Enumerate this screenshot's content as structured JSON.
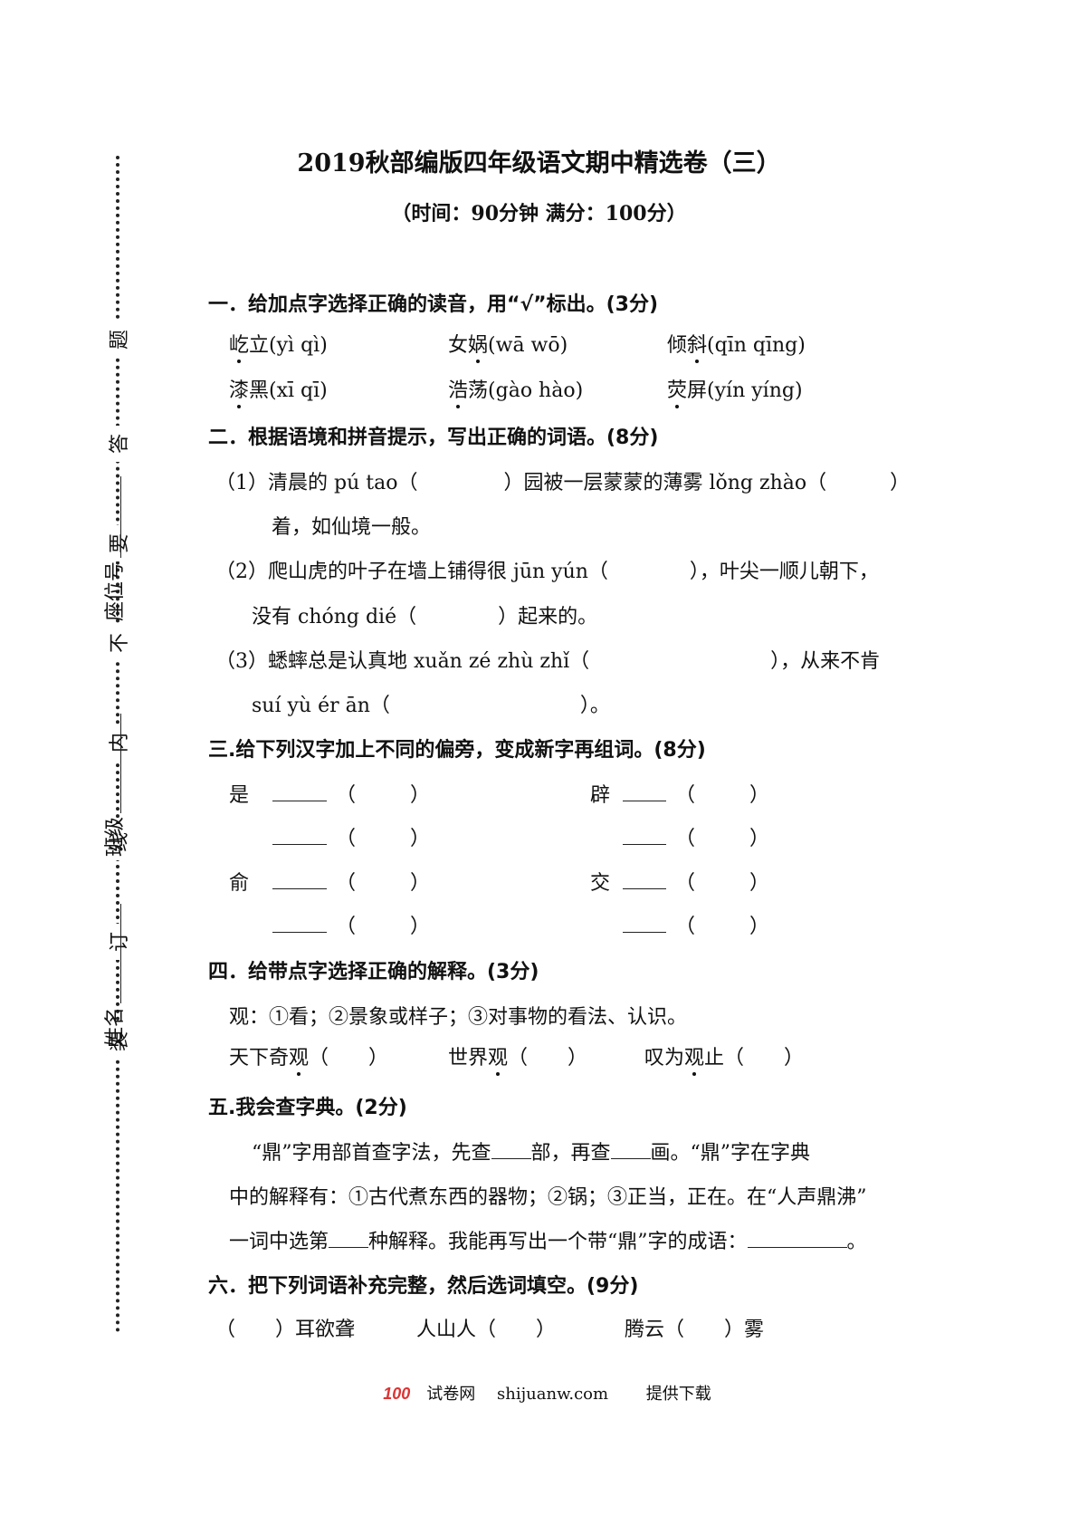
{
  "title": "2019秋部编版四年级语文期中精选卷（三）",
  "subtitle": "（时间：90分钟   满分：100分）",
  "margin": {
    "seal_chars": [
      "题",
      "答",
      "要",
      "不",
      "内",
      "线",
      "订",
      "装"
    ],
    "fields": [
      "座位号",
      "班级",
      "姓名"
    ]
  },
  "s1": {
    "heading": "一．给加点字选择正确的读音，用“√”标出。(3分)",
    "items": [
      {
        "w1": "屹",
        "w2": "立",
        "py": "(yì   qì)"
      },
      {
        "w1": "女",
        "w2": "娲",
        "py": "(wā   wō)"
      },
      {
        "w1": "倾",
        "w2": "斜",
        "py": "(qīn   qīng)"
      },
      {
        "w1": "漆",
        "w2": "黑",
        "py": "(xī   qī)"
      },
      {
        "w1": "浩",
        "w2": "荡",
        "py": "(gào   hào)"
      },
      {
        "w1": "荧",
        "w2": "屏",
        "py": "(yín   yíng)"
      }
    ]
  },
  "s2": {
    "heading": "二．根据语境和拼音提示，写出正确的词语。(8分)",
    "l1a": "（1）清晨的 pú tao（",
    "l1b": "）园被一层蒙蒙的薄雾 lǒng zhào（",
    "l1c": "）",
    "l2": "着，如仙境一般。",
    "l3a": "（2）爬山虎的叶子在墙上铺得很 jūn yún（",
    "l3b": "），叶尖一顺儿朝下，",
    "l4a": "没有 chóng dié（",
    "l4b": "）起来的。",
    "l5a": "（3）蟋蟀总是认真地 xuǎn zé zhù zhǐ（",
    "l5b": "），从来不肯",
    "l6a": "suí yù ér ān（",
    "l6b": "）。"
  },
  "s3": {
    "heading": "三.给下列汉字加上不同的偏旁，变成新字再组词。(8分)",
    "chars": [
      "是",
      "辟",
      "俞",
      "交"
    ],
    "lp": "（",
    "rp": "）"
  },
  "s4": {
    "heading": "四．给带点字选择正确的解释。(3分)",
    "def": "观：①看；②景象或样子；③对事物的看法、认识。",
    "i1a": "天下奇",
    "i1b": "观",
    "i1c": "（　　）",
    "i2a": "世界",
    "i2b": "观",
    "i2c": "（　　）",
    "i3a": "叹为",
    "i3b": "观",
    "i3c": "止（　　）"
  },
  "s5": {
    "heading": "五.我会查字典。(2分)",
    "p1a": "“鼎”字用部首查字法，先查",
    "p1b": "部，再查",
    "p1c": "画。“鼎”字在字典",
    "p2": "中的解释有：①古代煮东西的器物；②锅；③正当，正在。在“人声鼎沸”",
    "p3a": "一词中选第",
    "p3b": "种解释。我能再写出一个带“鼎”字的成语：",
    "p3c": "。"
  },
  "s6": {
    "heading": "六．把下列词语补充完整，然后选词填空。(9分)",
    "w1": "（　　）耳欲聋",
    "w2": "人山人（　　）",
    "w3": "腾云（　　）雾"
  },
  "footer": {
    "logo": "100",
    "site_name": "试卷网",
    "url": "shijuanw.com",
    "note": "提供下载"
  }
}
